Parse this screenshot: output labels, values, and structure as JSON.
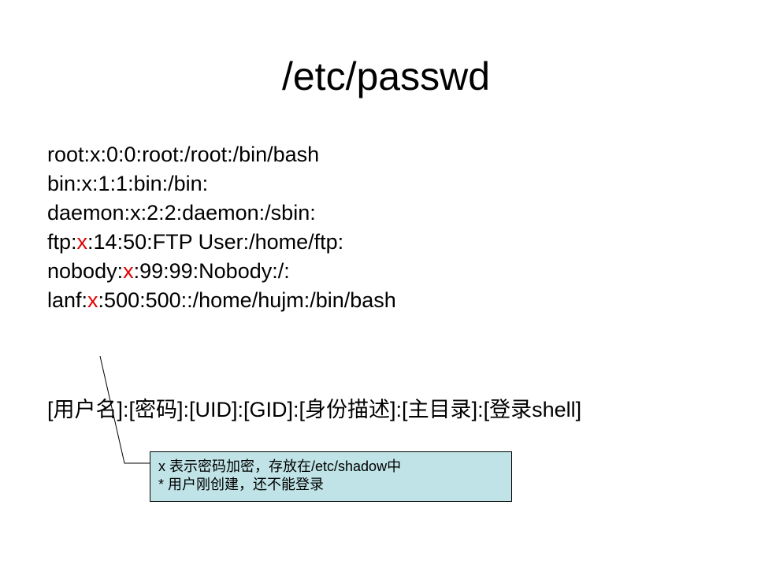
{
  "slide": {
    "title": "/etc/passwd",
    "entries": [
      {
        "pre": "root:x:0:0:root:/root:/bin/bash",
        "mark": "",
        "post": ""
      },
      {
        "pre": "bin:x:1:1:bin:/bin:",
        "mark": "",
        "post": ""
      },
      {
        "pre": "daemon:x:2:2:daemon:/sbin:",
        "mark": "",
        "post": ""
      },
      {
        "pre": "ftp:",
        "mark": "x",
        "post": ":14:50:FTP User:/home/ftp:"
      },
      {
        "pre": "nobody:",
        "mark": "x",
        "post": ":99:99:Nobody:/:"
      },
      {
        "pre": "lanf:",
        "mark": "x",
        "post": ":500:500::/home/hujm:/bin/bash"
      }
    ],
    "fields": {
      "p1": "[",
      "username": "用户名",
      "p2": "]:[",
      "password": "密码",
      "p3": "]:[UID]:[GID]:[",
      "description": "身份描述",
      "p4": "]:[",
      "home": "主目录",
      "p5": "]:[",
      "login": "登录",
      "p6": "shell]"
    },
    "callout": {
      "line1_a": "x ",
      "line1_b": "表示密码加密，存放在",
      "line1_c": "/etc/shadow",
      "line1_d": "中",
      "line2_a": "* ",
      "line2_b": "用户刚创建，还不能登录"
    },
    "colors": {
      "highlight": "#e00000",
      "callout_bg": "#bfe3e6"
    }
  }
}
